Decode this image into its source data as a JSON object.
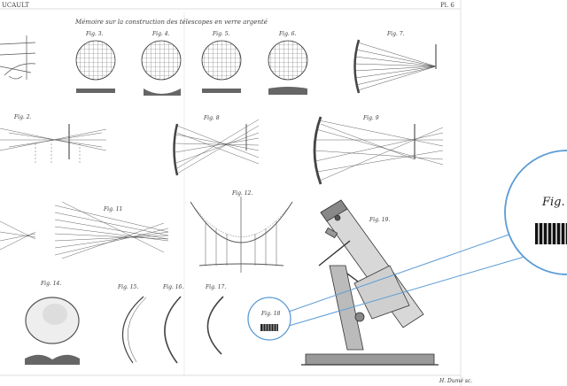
{
  "header": {
    "author": "UCAULT",
    "title": "Mémoire sur la construction des télescopes en verre argenté",
    "plate_number": "Pl. 6"
  },
  "figures": {
    "fig3": "Fig. 3.",
    "fig4": "Fig. 4.",
    "fig5": "Fig. 5.",
    "fig6": "Fig. 6.",
    "fig7": "Fig. 7.",
    "fig2": "Fig. 2.",
    "fig8": "Fig. 8",
    "fig9": "Fig. 9",
    "fig11": "Fig. 11",
    "fig12": "Fig. 12.",
    "fig19": "Fig. 19.",
    "fig14": "Fig. 14.",
    "fig15": "Fig. 15.",
    "fig16": "Fig. 16.",
    "fig17": "Fig. 17.",
    "fig18": "Fig. 18"
  },
  "magnifier": {
    "label": "Fig."
  },
  "footer": {
    "engraver": "H. Dumé sc."
  },
  "colors": {
    "ink": "#333333",
    "highlight": "#5b9bd5"
  }
}
